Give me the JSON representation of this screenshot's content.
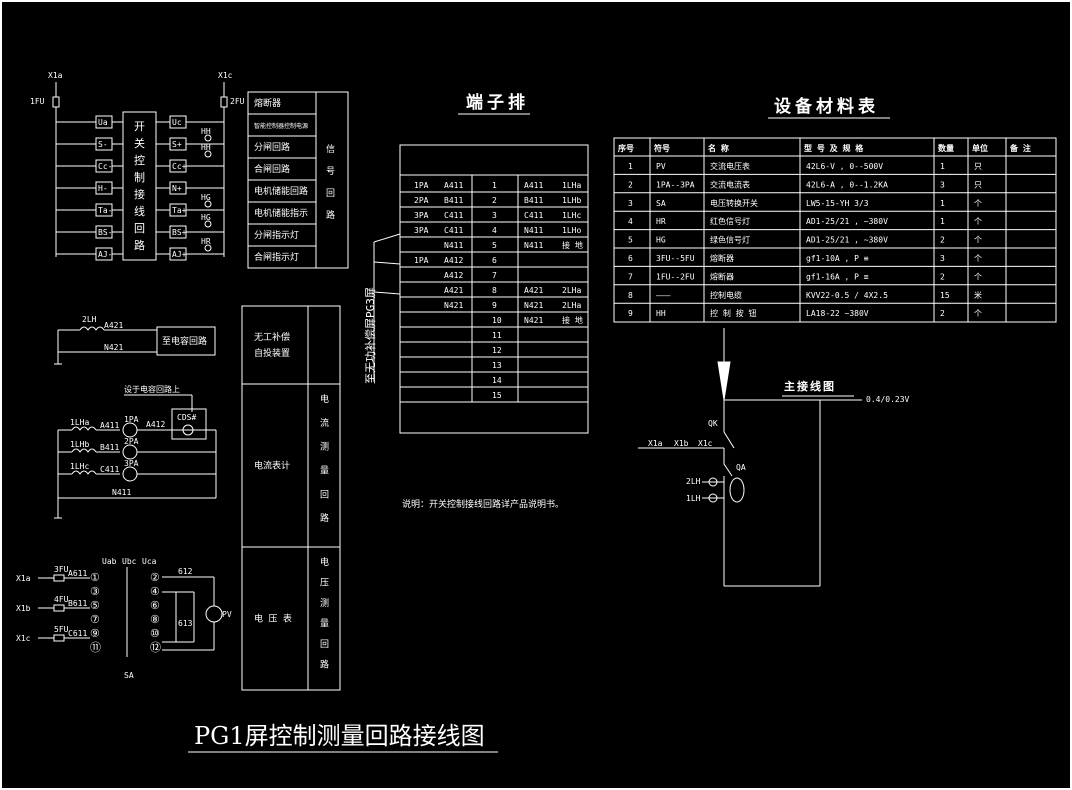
{
  "drawing_title": "PG1屏控制测量回路接线图",
  "note": "说明：开关控制接线回路详产品说明书。",
  "switch_block": {
    "x1a": "X1a",
    "x1c": "X1c",
    "fu1": "1FU",
    "fu2": "2FU",
    "left_labels": [
      "Ua",
      "S-",
      "Cc-",
      "H-",
      "Ta-",
      "BS-",
      "AJ-"
    ],
    "right_labels": [
      "Uc",
      "S+",
      "Cc+",
      "N+",
      "Ta+",
      "BS+",
      "AJ+"
    ],
    "box_label": [
      "开",
      "关",
      "控",
      "制",
      "接",
      "线",
      "回",
      "路"
    ],
    "lamps": [
      "HH",
      "HH",
      "HG",
      "HG",
      "HR"
    ]
  },
  "signal_table": {
    "rows": [
      "熔断器",
      "智能控制器控制电源",
      "分闸回路",
      "合闸回路",
      "电机储能回路",
      "电机储能指示",
      "分闸指示灯",
      "合闸指示灯"
    ],
    "side": [
      "信",
      "号",
      "回",
      "路"
    ]
  },
  "cap_loop": {
    "ct": "2LH",
    "w1": "A421",
    "w2": "N421",
    "box": "至电容回路"
  },
  "current_loop": {
    "note": "设于电容回路上",
    "cts": [
      "1LHa",
      "1LHb",
      "1LHc"
    ],
    "meters": [
      "1PA",
      "2PA",
      "3PA"
    ],
    "wires": [
      "A411",
      "B411",
      "C411",
      "A412",
      "N411"
    ],
    "box": "CDS#"
  },
  "voltage_loop": {
    "inputs": [
      "X1a",
      "X1b",
      "X1c"
    ],
    "fuses": [
      "3FU",
      "4FU",
      "5FU"
    ],
    "wires": [
      "A611",
      "B611",
      "C611"
    ],
    "heads": [
      "Uab",
      "Ubc",
      "Uca"
    ],
    "pins_l": [
      "①",
      "③",
      "⑤",
      "⑦",
      "⑨",
      "⑪"
    ],
    "pins_r": [
      "②",
      "④",
      "⑥",
      "⑧",
      "⑩",
      "⑫"
    ],
    "n612": "612",
    "n613": "613",
    "pv": "PV",
    "sa": "SA"
  },
  "function_table": {
    "rows": [
      {
        "label": [
          "无工补偿",
          "自投装置"
        ],
        "side": []
      },
      {
        "label": [
          "电流表计"
        ],
        "side": [
          "电",
          "流",
          "测",
          "量",
          "回",
          "路"
        ]
      },
      {
        "label": [
          "电 压 表"
        ],
        "side": [
          "电",
          "压",
          "测",
          "量",
          "回",
          "路"
        ]
      }
    ]
  },
  "terminal_strip": {
    "title": "端子排",
    "vertical_label": "至无功补偿屏PG3屏",
    "rows": [
      {
        "a": "1PA",
        "b": "A411",
        "n": "1",
        "c": "A411",
        "d": "1LHa"
      },
      {
        "a": "2PA",
        "b": "B411",
        "n": "2",
        "c": "B411",
        "d": "1LHb"
      },
      {
        "a": "3PA",
        "b": "C411",
        "n": "3",
        "c": "C411",
        "d": "1LHc"
      },
      {
        "a": "3PA",
        "b": "C411",
        "n": "4",
        "c": "N411",
        "d": "1LHo"
      },
      {
        "a": "",
        "b": "N411",
        "n": "5",
        "c": "N411",
        "d": "接 地"
      },
      {
        "a": "1PA",
        "b": "A412",
        "n": "6",
        "c": "",
        "d": ""
      },
      {
        "a": "",
        "b": "A412",
        "n": "7",
        "c": "",
        "d": ""
      },
      {
        "a": "",
        "b": "A421",
        "n": "8",
        "c": "A421",
        "d": "2LHa"
      },
      {
        "a": "",
        "b": "N421",
        "n": "9",
        "c": "N421",
        "d": "2LHa"
      },
      {
        "a": "",
        "b": "",
        "n": "10",
        "c": "N421",
        "d": "接 地"
      },
      {
        "a": "",
        "b": "",
        "n": "11",
        "c": "",
        "d": ""
      },
      {
        "a": "",
        "b": "",
        "n": "12",
        "c": "",
        "d": ""
      },
      {
        "a": "",
        "b": "",
        "n": "13",
        "c": "",
        "d": ""
      },
      {
        "a": "",
        "b": "",
        "n": "14",
        "c": "",
        "d": ""
      },
      {
        "a": "",
        "b": "",
        "n": "15",
        "c": "",
        "d": ""
      }
    ]
  },
  "materials": {
    "title": "设备材料表",
    "headers": [
      "序号",
      "符号",
      "名 称",
      "型 号 及 规 格",
      "数量",
      "单位",
      "备 注"
    ],
    "rows": [
      [
        "1",
        "PV",
        "交流电压表",
        "42L6-V , 0--500V",
        "1",
        "只",
        ""
      ],
      [
        "2",
        "1PA--3PA",
        "交流电流表",
        "42L6-A , 0--1.2KA",
        "3",
        "只",
        ""
      ],
      [
        "3",
        "SA",
        "电压转换开关",
        "LW5-15-YH 3/3",
        "1",
        "个",
        ""
      ],
      [
        "4",
        "HR",
        "红色信号灯",
        "AD1-25/21 ,  ~380V",
        "1",
        "个",
        ""
      ],
      [
        "5",
        "HG",
        "绿色信号灯",
        "AD1-25/21 ,  ~380V",
        "2",
        "个",
        ""
      ],
      [
        "6",
        "3FU--5FU",
        "熔断器",
        "gf1-10A ,  P ≡",
        "3",
        "个",
        ""
      ],
      [
        "7",
        "1FU--2FU",
        "熔断器",
        "gf1-16A ,  P ≡",
        "2",
        "个",
        ""
      ],
      [
        "8",
        "———",
        "控制电缆",
        "KVV22-0.5 / 4X2.5",
        "15",
        "米",
        ""
      ],
      [
        "9",
        "HH",
        "控 制 按 钮",
        "LA18-22  ~380V",
        "2",
        "个",
        ""
      ]
    ]
  },
  "main_wiring": {
    "title": "主接线图",
    "voltage": "0.4/0.23V",
    "qk": "QK",
    "qa": "QA",
    "lh2": "2LH",
    "lh1": "1LH",
    "phases": [
      "X1a",
      "X1b",
      "X1c"
    ]
  }
}
